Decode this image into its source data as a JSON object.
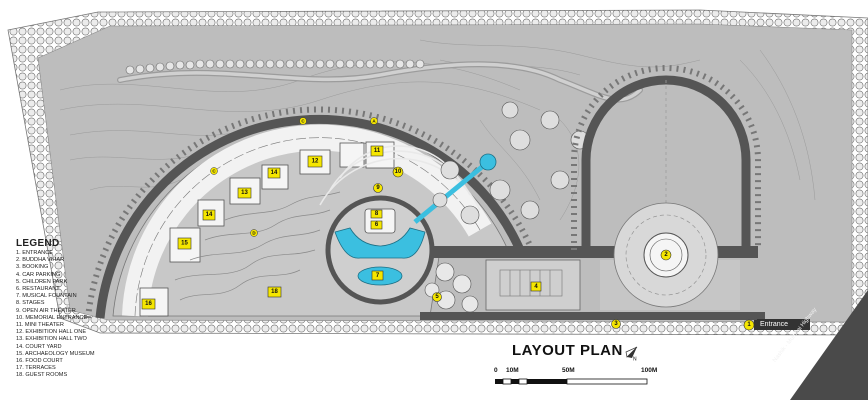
{
  "title": "LAYOUT PLAN",
  "legend": {
    "title": "LEGEND",
    "items": [
      "1. ENTRANCE",
      "2. BUDDHA VIHAR",
      "3. BOOKING",
      "4. CAR PARKING",
      "5. CHILDREN PARK",
      "6. RESTAURANT",
      "7. MUSICAL FOUNTAIN",
      "8. STAGES",
      "9. OPEN AIR THEATER",
      "10. MEMORIAL ENTRANCE",
      "11. MINI THEATER",
      "12. EXHIBITION HALL ONE",
      "13. EXHIBITION HALL TWO",
      "14. COURT YARD",
      "15. ARCHAEOLOGY MUSEUM",
      "16. FOOD COURT",
      "17. TERRACES",
      "18. GUEST ROOMS"
    ]
  },
  "entrance_label": "Entrance",
  "road_label": "Nashik - Mumbai Highway",
  "north_label": "N",
  "scale": {
    "labels": [
      "0",
      "10M",
      "50M",
      "100M"
    ]
  },
  "markers": [
    "1",
    "2",
    "3",
    "4",
    "5",
    "6",
    "7",
    "8",
    "9",
    "10",
    "11",
    "12",
    "13",
    "14",
    "14",
    "15",
    "16",
    "18",
    "A",
    "C",
    "C",
    "D"
  ],
  "colors": {
    "site_fill": "#b9b9b9",
    "inner_fill": "#d2d2d2",
    "road": "#5a5a5a",
    "water": "#3bbfe0",
    "marker": "#f5e600"
  }
}
